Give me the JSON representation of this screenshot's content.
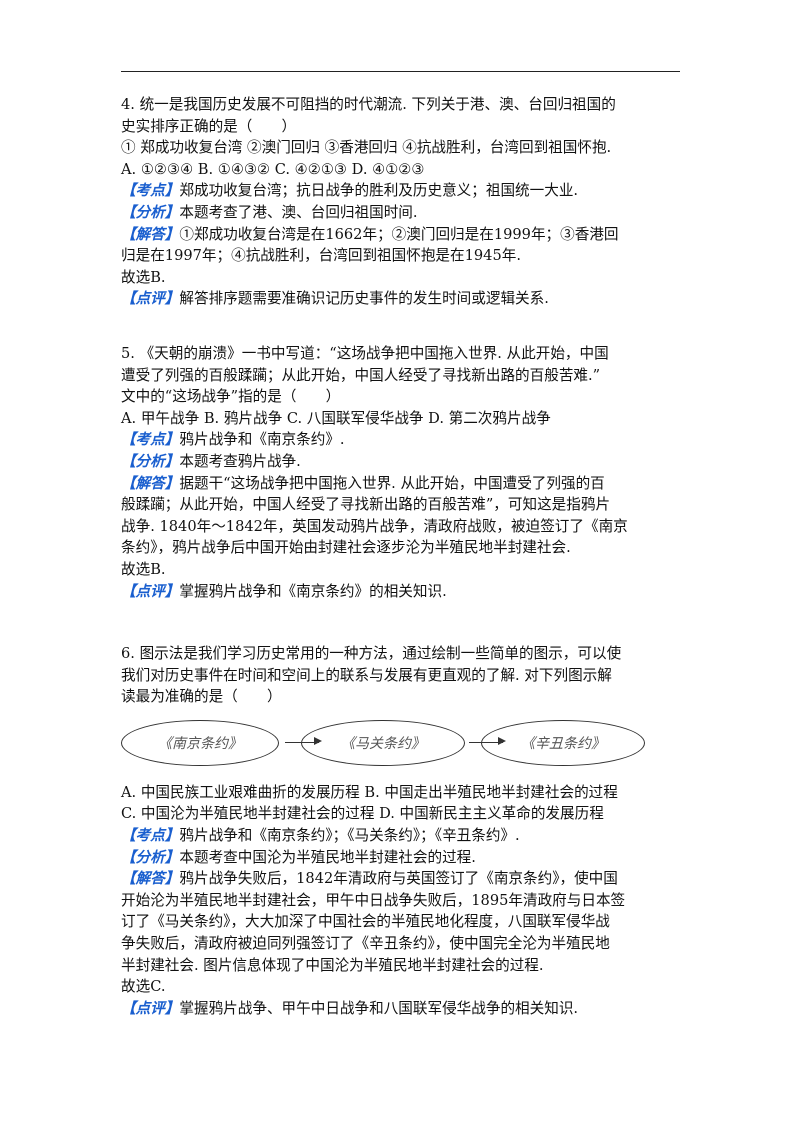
{
  "q4": {
    "stem": [
      "4. 统一是我国历史发展不可阻挡的时代潮流. 下列关于港、澳、台回归祖国的",
      "史实排序正确的是（　　）"
    ],
    "items": "① 郑成功收复台湾 ②澳门回归 ③香港回归 ④抗战胜利，台湾回到祖国怀抱.",
    "options": "A. ①②③④ B. ①④③② C. ④②①③ D. ④①②③",
    "kaodian_tag": "【考点】",
    "kaodian": "郑成功收复台湾；抗日战争的胜利及历史意义；祖国统一大业.",
    "fenxi_tag": "【分析】",
    "fenxi": "本题考查了港、澳、台回归祖国时间.",
    "jieda_tag": "【解答】",
    "jieda": [
      "①郑成功收复台湾是在1662年；②澳门回归是在1999年；③香港回",
      "归是在1997年；④抗战胜利，台湾回到祖国怀抱是在1945年."
    ],
    "answer": "故选B.",
    "dianping_tag": "【点评】",
    "dianping": "解答排序题需要准确识记历史事件的发生时间或逻辑关系."
  },
  "q5": {
    "stem": [
      "5. 《天朝的崩溃》一书中写道：“这场战争把中国拖入世界. 从此开始，中国",
      "遭受了列强的百般蹂躏；从此开始，中国人经受了寻找新出路的百般苦难.”",
      "文中的“这场战争”指的是（　　）"
    ],
    "options": "A. 甲午战争 B. 鸦片战争 C. 八国联军侵华战争 D. 第二次鸦片战争",
    "kaodian_tag": "【考点】",
    "kaodian": "鸦片战争和《南京条约》.",
    "fenxi_tag": "【分析】",
    "fenxi": "本题考查鸦片战争.",
    "jieda_tag": "【解答】",
    "jieda_first": "据题干“这场战争把中国拖入世界. 从此开始，中国遭受了列强的百",
    "jieda": [
      "般蹂躏；从此开始，中国人经受了寻找新出路的百般苦难”，可知这是指鸦片",
      "战争. 1840年～1842年，英国发动鸦片战争，清政府战败，被迫签订了《南京",
      "条约》，鸦片战争后中国开始由封建社会逐步沦为半殖民地半封建社会."
    ],
    "answer": "故选B.",
    "dianping_tag": "【点评】",
    "dianping": "掌握鸦片战争和《南京条约》的相关知识."
  },
  "q6": {
    "stem": [
      "6. 图示法是我们学习历史常用的一种方法，通过绘制一些简单的图示，可以使",
      "我们对历史事件在时间和空间上的联系与发展有更直观的了解. 对下列图示解",
      "读最为准确的是（　　）"
    ],
    "diagram": [
      "《南京条约》",
      "《马关条约》",
      "《辛丑条约》"
    ],
    "options": [
      "A. 中国民族工业艰难曲折的发展历程 B. 中国走出半殖民地半封建社会的过程",
      "C. 中国沦为半殖民地半封建社会的过程 D. 中国新民主主义革命的发展历程"
    ],
    "kaodian_tag": "【考点】",
    "kaodian": "鸦片战争和《南京条约》；《马关条约》；《辛丑条约》.",
    "fenxi_tag": "【分析】",
    "fenxi": "本题考查中国沦为半殖民地半封建社会的过程.",
    "jieda_tag": "【解答】",
    "jieda_first": "鸦片战争失败后，1842年清政府与英国签订了《南京条约》，使中国",
    "jieda": [
      "开始沦为半殖民地半封建社会，甲午中日战争失败后，1895年清政府与日本签",
      "订了《马关条约》，大大加深了中国社会的半殖民地化程度，八国联军侵华战",
      "争失败后，清政府被迫同列强签订了《辛丑条约》，使中国完全沦为半殖民地",
      "半封建社会. 图片信息体现了中国沦为半殖民地半封建社会的过程."
    ],
    "answer": "故选C.",
    "dianping_tag": "【点评】",
    "dianping": "掌握鸦片战争、甲午中日战争和八国联军侵华战争的相关知识."
  }
}
